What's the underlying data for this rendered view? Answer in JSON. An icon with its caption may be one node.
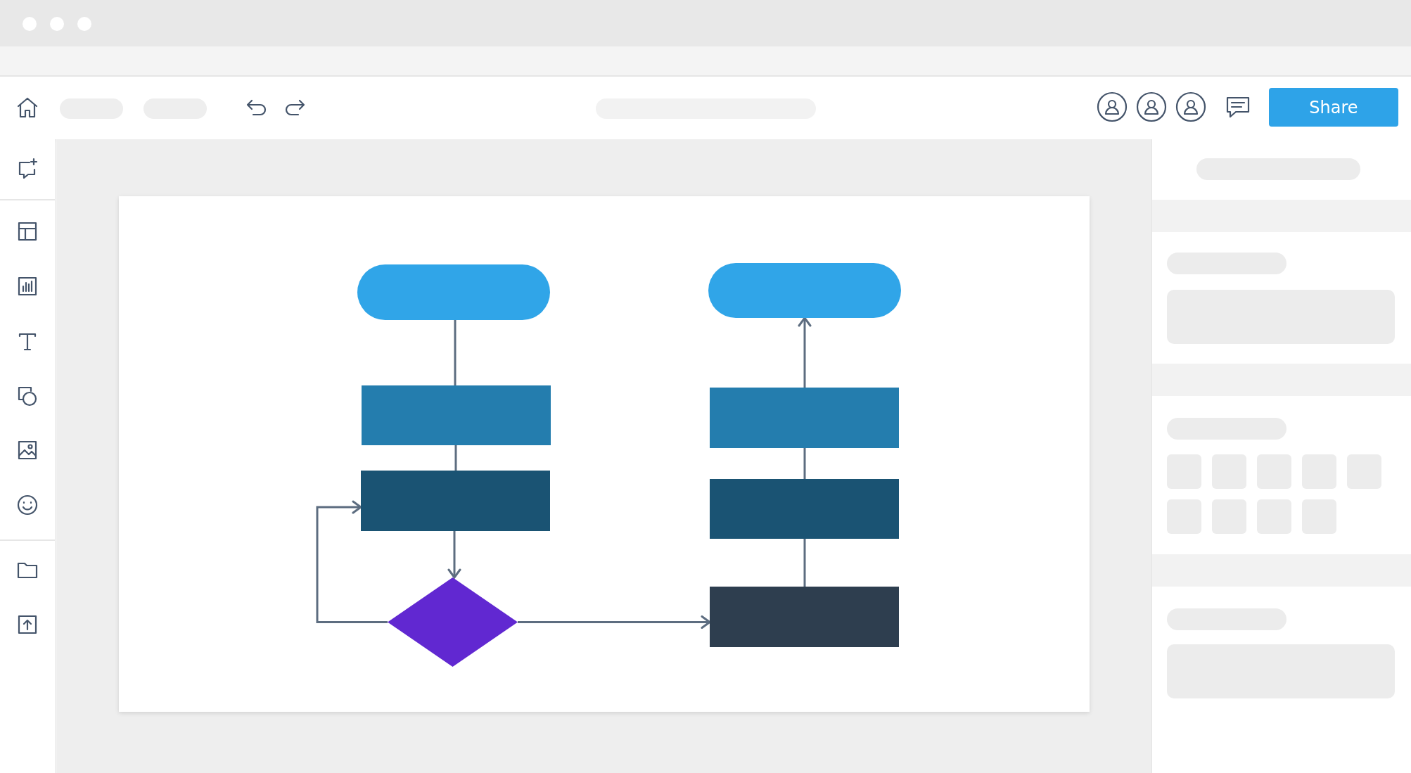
{
  "diagram": {
    "nodes": [
      {
        "text": [],
        "shape": "pill"
      },
      {
        "text": [],
        "shape": "pill"
      },
      {
        "text": [],
        "shape": "box"
      },
      {
        "text": [],
        "shape": "box"
      },
      {
        "text": [],
        "shape": "diamond"
      },
      {
        "text": [],
        "shape": "box"
      },
      {
        "text": [],
        "shape": "box"
      },
      {
        "text": [],
        "shape": "box"
      }
    ],
    "edges": [
      {
        "from": 0,
        "to": 2,
        "arrow": "none"
      },
      {
        "from": 2,
        "to": 3,
        "arrow": "none"
      },
      {
        "from": 3,
        "to": 4,
        "arrow": "to"
      },
      {
        "from": 4,
        "to": 3,
        "arrow": "to"
      },
      {
        "from": 4,
        "to": 7,
        "arrow": "to"
      },
      {
        "from": 7,
        "to": 6,
        "arrow": "none"
      },
      {
        "from": 6,
        "to": 5,
        "arrow": "none"
      },
      {
        "from": 5,
        "to": 1,
        "arrow": "to"
      }
    ],
    "labels": [
      "Share"
    ]
  }
}
